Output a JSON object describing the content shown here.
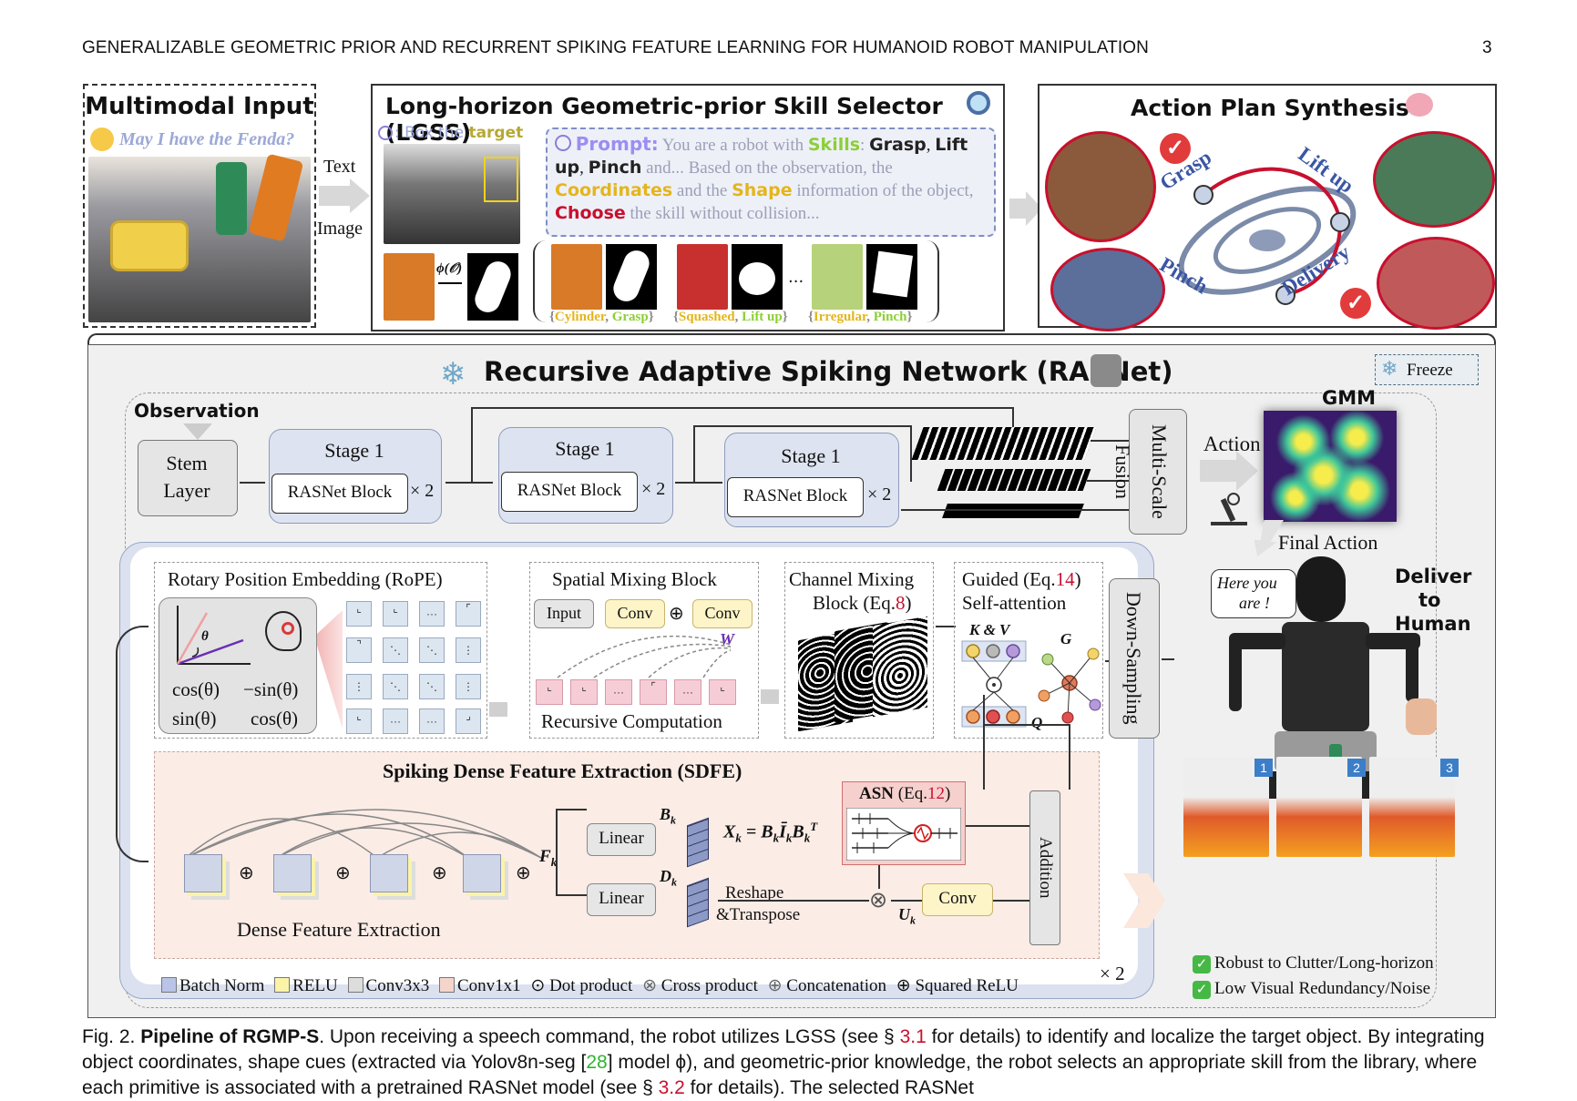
{
  "header": {
    "title": "GENERALIZABLE GEOMETRIC PRIOR AND RECURRENT SPIKING FEATURE LEARNING FOR HUMANOID ROBOT MANIPULATION",
    "page": "3"
  },
  "multimodal": {
    "title": "Multimodal Input",
    "question": "May I have the Fenda?",
    "text_label": "Text",
    "image_label": "Image"
  },
  "lgss": {
    "title": "Long-horizon Geometric-prior Skill Selector (LGSS)",
    "box_prefix": ": Box the ",
    "box_target": "target",
    "phi": "ϕ(𝒪)",
    "prompt": {
      "label": "Prompt:",
      "t1": " You are a robot with ",
      "skills": "Skills",
      "t2": ": ",
      "grasp": "Grasp",
      "c1": ",",
      "lift": "Lift up",
      "c2": ",",
      "pinch": "Pinch",
      "t3": " and... Based on the observation, the ",
      "coords": "Coordinates",
      "t4": " and the ",
      "shape": "Shape",
      "t5": " information of the object, ",
      "choose": "Choose",
      "t6": " the skill without collision..."
    },
    "ellipsis": "...",
    "ex1": {
      "shape": "Cylinder",
      "skill": "Grasp"
    },
    "ex2": {
      "shape": "Squashed",
      "skill": "Lift up"
    },
    "ex3": {
      "shape": "Irregular",
      "skill": "Pinch"
    }
  },
  "action_plan": {
    "title": "Action Plan Synthesis",
    "grasp": "Grasp",
    "lift": "Lift up",
    "pinch": "Pinch",
    "delivery": "Delivery"
  },
  "rasnet": {
    "title": "Recursive Adaptive Spiking Network (RASNet)",
    "freeze": "Freeze",
    "observation": "Observation",
    "stem1": "Stem",
    "stem2": "Layer",
    "stage": "Stage 1",
    "block": "RASNet Block",
    "times2": "× 2",
    "fusion": "Multi-Scale Fusion",
    "action": "Action",
    "gmm": "GMM",
    "final_action": "Final Action",
    "downsampling": "Down-Sampling",
    "rope": "Rotary Position Embedding (RoPE)",
    "theta": "θ",
    "cos1": "cos(θ)",
    "nsin": "−sin(θ)",
    "sin1": "sin(θ)",
    "cos2": "cos(θ)",
    "dots": "···",
    "vdots": "⋮",
    "ddots": "⋱",
    "spatial": "Spatial Mixing Block",
    "input": "Input",
    "conv": "Conv",
    "w": "W",
    "recursive": "Recursive  Computation",
    "channel1": "Channel Mixing",
    "channel2": "Block (Eq.",
    "channel_eq": "8",
    "channel_close": ")",
    "guided1": "Guided (Eq.",
    "guided_eq": "14",
    "guided_close": ")",
    "guided2": "Self-attention",
    "kv": "K & V",
    "g": "G",
    "q": "Q",
    "sdfe": "Spiking Dense Feature Extraction (SDFE)",
    "dense": "Dense Feature Extraction",
    "fk": "F",
    "fk_sub": "k",
    "linear": "Linear",
    "bk": "B",
    "bk_sub": "k",
    "dk": "D",
    "dk_sub": "k",
    "eq": "X",
    "eq_sub": "k",
    "eq_rest": " = B",
    "eq_rest_sub": "k",
    "eq_i": "Ī",
    "eq_i_sub": "k",
    "eq_b": "B",
    "eq_b_sub": "k",
    "eq_b_sup": "T",
    "asn": "ASN",
    "asn_eq_open": " (Eq.",
    "asn_eq": "12",
    "asn_eq_close": ")",
    "reshape1": "Reshape",
    "reshape2": "&Transpose",
    "uk": "U",
    "uk_sub": "k",
    "addition": "Addition",
    "x2": "× 2"
  },
  "legend": [
    {
      "label": "Batch Norm",
      "color": "#b9c4e6"
    },
    {
      "label": "RELU",
      "color": "#fbf3a8"
    },
    {
      "label": "Conv3x3",
      "color": "#dddddd"
    },
    {
      "label": "Conv1x1",
      "color": "#f4d5cc"
    },
    {
      "symbol": "⊙",
      "label": "Dot product"
    },
    {
      "symbol": "⊗",
      "label": "Cross product"
    },
    {
      "symbol": "⊕",
      "label": "Concatenation"
    },
    {
      "symbol": "⊕",
      "label": "Squared ReLU"
    }
  ],
  "right_panel": {
    "speech1": "Here you",
    "speech2": "are !",
    "deliver1": "Deliver",
    "deliver2": "to",
    "deliver3": "Human",
    "n1": "1",
    "n2": "2",
    "n3": "3",
    "robust": "Robust to Clutter/Long-horizon",
    "low": "Low Visual Redundancy/Noise"
  },
  "caption": {
    "fig": "Fig. 2. ",
    "bold": "Pipeline of RGMP-S",
    "t1": ". Upon receiving a speech command, the robot utilizes LGSS (see § ",
    "r1": "3.1",
    "t2": " for details) to identify and localize the target object. By integrating object coordinates, shape cues (extracted via Yolov8n-seg [",
    "r2": "28",
    "t3": "] model ϕ), and geometric-prior knowledge, the robot selects an appropriate skill from the library, where each primitive is associated with a pretrained RASNet model (see § ",
    "r3": "3.2",
    "t4": " for details). The selected RASNet"
  }
}
